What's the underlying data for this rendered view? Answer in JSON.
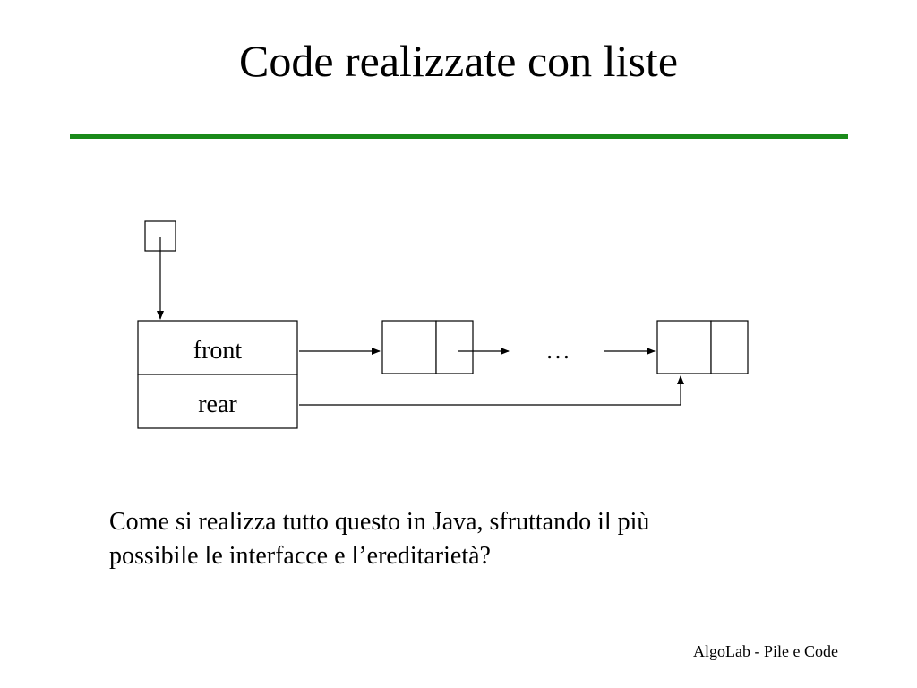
{
  "slide": {
    "title": "Code realizzate con liste",
    "accent_color": "#1a8a1a"
  },
  "diagram": {
    "queue_fields": {
      "front": "front",
      "rear": "rear"
    },
    "ellipsis": "…"
  },
  "body": {
    "line1": "Come si realizza tutto questo in Java, sfruttando il più",
    "line2": "possibile le interfacce e l’ereditarietà?"
  },
  "footer": {
    "text": "AlgoLab - Pile e Code"
  }
}
